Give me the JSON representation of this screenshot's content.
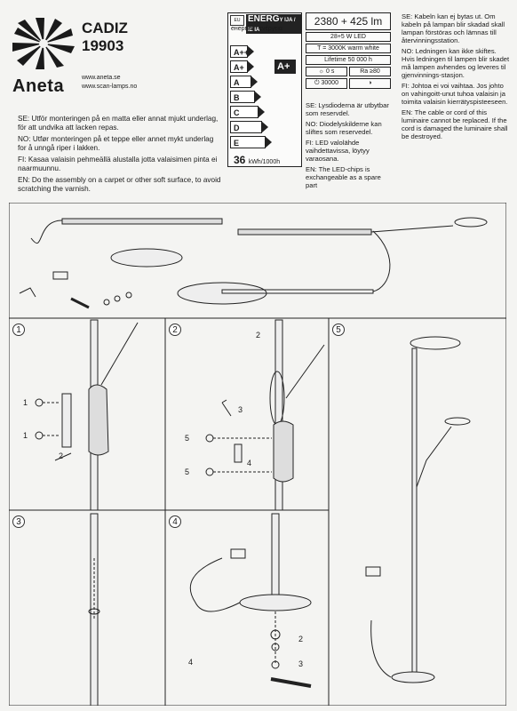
{
  "header": {
    "brand": "Aneta",
    "model_name": "CADIZ",
    "model_number": "19903",
    "websites": [
      "www.aneta.se",
      "www.scan-lamps.no"
    ]
  },
  "warnings": [
    "SE: Utför monteringen på en matta eller annat mjukt underlag, för att undvika att lacken repas.",
    "NO: Utfør monteringen på et teppe eller annet mykt underlag for å unngå riper i lakken.",
    "FI: Kasaa valaisin pehmeällä alustalla jotta valaisimen pinta ei naarmuunnu.",
    "EN: Do the assembly on a carpet or other soft surface, to avoid scratching the varnish."
  ],
  "energy_label": {
    "eu": "EU",
    "title": "ENERG",
    "suffix": "Y IJA / IE IA",
    "subtitle": "енергия · ενέργεια",
    "classes": [
      "A++",
      "A+",
      "A",
      "B",
      "C",
      "D",
      "E"
    ],
    "rating": "A+",
    "consumption_value": "36",
    "consumption_unit": "kWh/1000h"
  },
  "specs": {
    "lumens": "2380 + 425 lm",
    "power": "28+5 W  LED",
    "color_temp": "T = 3000K warm white",
    "lifetime": "Lifetime  50 000 h",
    "start_time": "0 s",
    "cri": "Ra ≥80",
    "switch_cycles": "30000"
  },
  "notes_mid": [
    "SE: Lysdioderna är utbytbar som reservdel.",
    "NO: Diodelyskilderne kan sliftes som reservedel.",
    "FI: LED valolähde vaihdettavissa, löytyy varaosana.",
    "EN: The LED-chips is exchangeable as a spare part"
  ],
  "notes_right": [
    "SE: Kabeln kan ej bytas ut. Om kabeln på lampan blir skadad skall lampan förstöras och lämnas till återvinningsstation.",
    "NO: Ledningen kan ikke skiftes. Hvis ledningen til lampen blir skadet må lampen avhendes og leveres til gjenvinnings-stasjon.",
    "FI: Johtoa ei voi vaihtaa. Jos johto on vahingoitt-unut tuhoa valaisin ja toimita valaisin kierrätyspisteeseen.",
    "EN: The cable or cord of this luminaire cannot be replaced. If the cord is damaged the luminaire shall be destroyed."
  ],
  "steps": {
    "s1": "1",
    "s2": "2",
    "s3": "3",
    "s4": "4",
    "s5": "5",
    "a1": "1",
    "a2": "2",
    "a3": "3",
    "a4": "4",
    "a5": "5"
  }
}
